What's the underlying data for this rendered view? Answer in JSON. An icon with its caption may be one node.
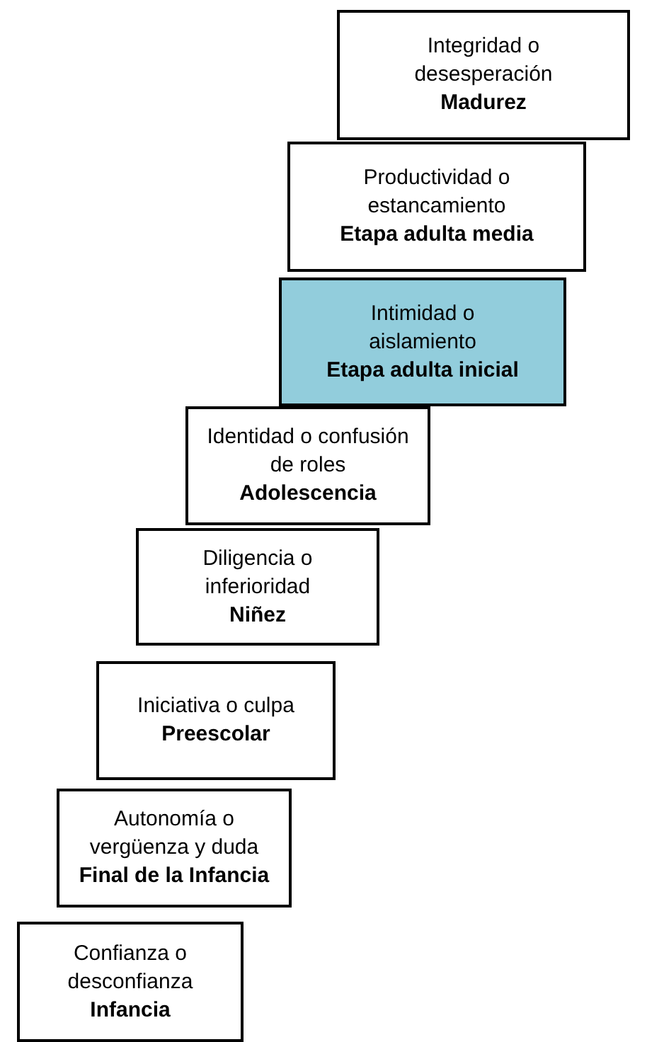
{
  "diagram": {
    "nodes": [
      {
        "text": [
          "Integridad o desesperación",
          "Madurez"
        ]
      },
      {
        "text": [
          "Productividad o estancamiento",
          "Etapa adulta media"
        ]
      },
      {
        "text": [
          "Intimidad o aislamiento",
          "Etapa adulta inicial"
        ]
      },
      {
        "text": [
          "Identidad o confusión de roles",
          "Adolescencia"
        ]
      },
      {
        "text": [
          "Diligencia o inferioridad",
          "Niñez"
        ]
      },
      {
        "text": [
          "Iniciativa o culpa",
          "Preescolar"
        ]
      },
      {
        "text": [
          "Autonomía o vergüenza y duda",
          "Final de la Infancia"
        ]
      },
      {
        "text": [
          "Confianza o desconfianza",
          "Infancia"
        ]
      }
    ]
  }
}
